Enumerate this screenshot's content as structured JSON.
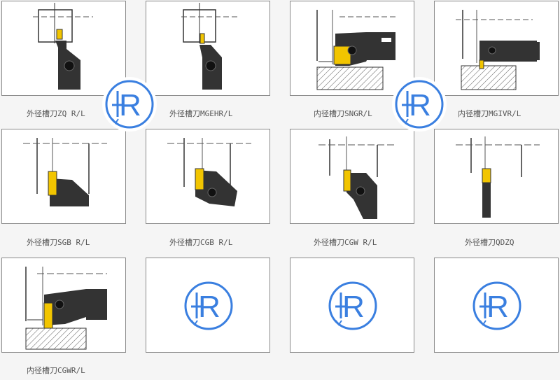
{
  "brand": {
    "logo_text": "HR",
    "logo_color": "#3a7fe0"
  },
  "tools": [
    {
      "caption": "外径槽刀ZQ R/L"
    },
    {
      "caption": "外径槽刀MGEHR/L"
    },
    {
      "caption": "内径槽刀SNGR/L"
    },
    {
      "caption": "内径槽刀MGIVR/L"
    },
    {
      "caption": "外径槽刀SGB R/L"
    },
    {
      "caption": "外径槽刀CGB R/L"
    },
    {
      "caption": "外径槽刀CGW R/L"
    },
    {
      "caption": "外径槽刀QDZQ"
    },
    {
      "caption": "内径槽刀CGWR/L"
    }
  ]
}
